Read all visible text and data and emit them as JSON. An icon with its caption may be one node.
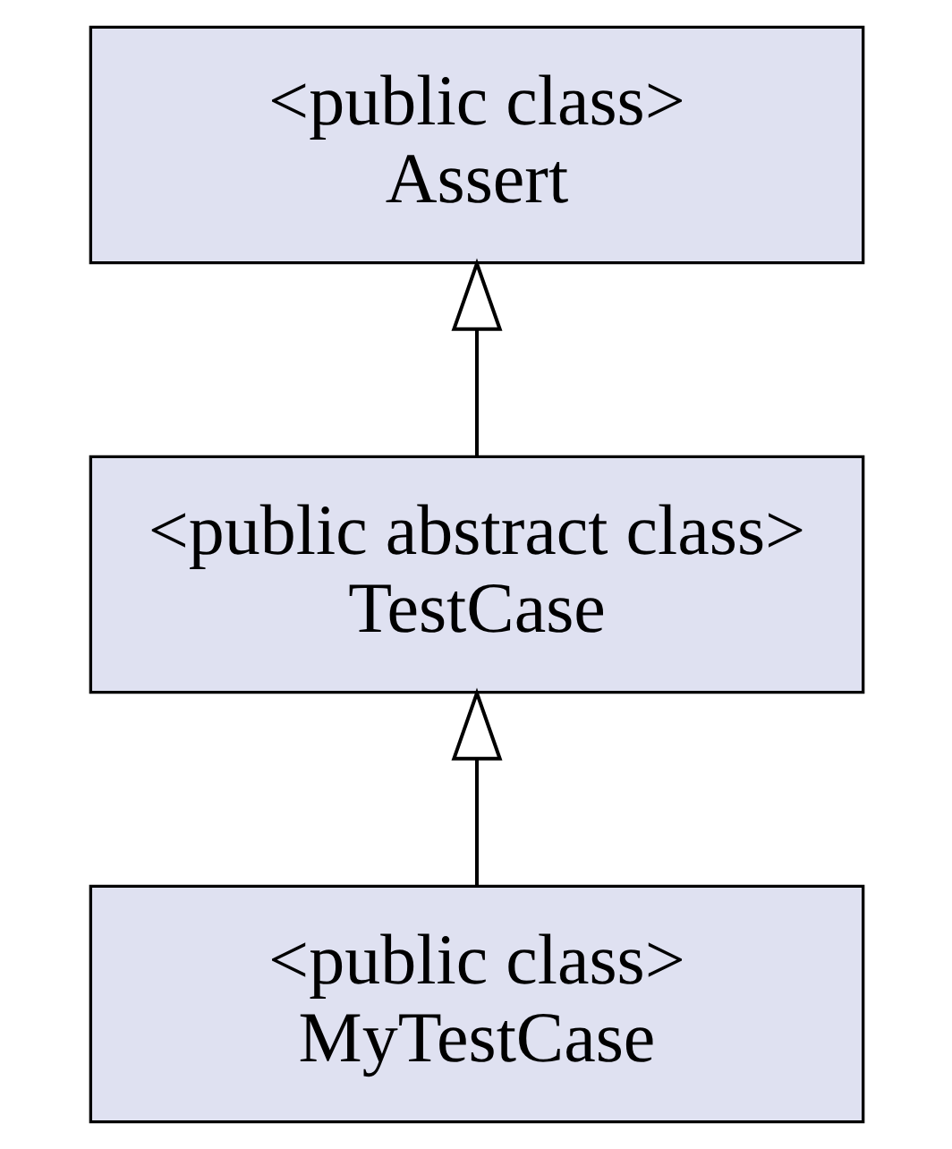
{
  "diagram": {
    "nodes": [
      {
        "text": [
          "<public class>",
          "Assert"
        ]
      },
      {
        "text": [
          "<public abstract class>",
          "TestCase"
        ]
      },
      {
        "text": [
          "<public class>",
          "MyTestCase"
        ]
      }
    ],
    "edges": [
      {
        "from": 1,
        "to": 0,
        "arrow": "to"
      },
      {
        "from": 2,
        "to": 1,
        "arrow": "to"
      }
    ]
  }
}
